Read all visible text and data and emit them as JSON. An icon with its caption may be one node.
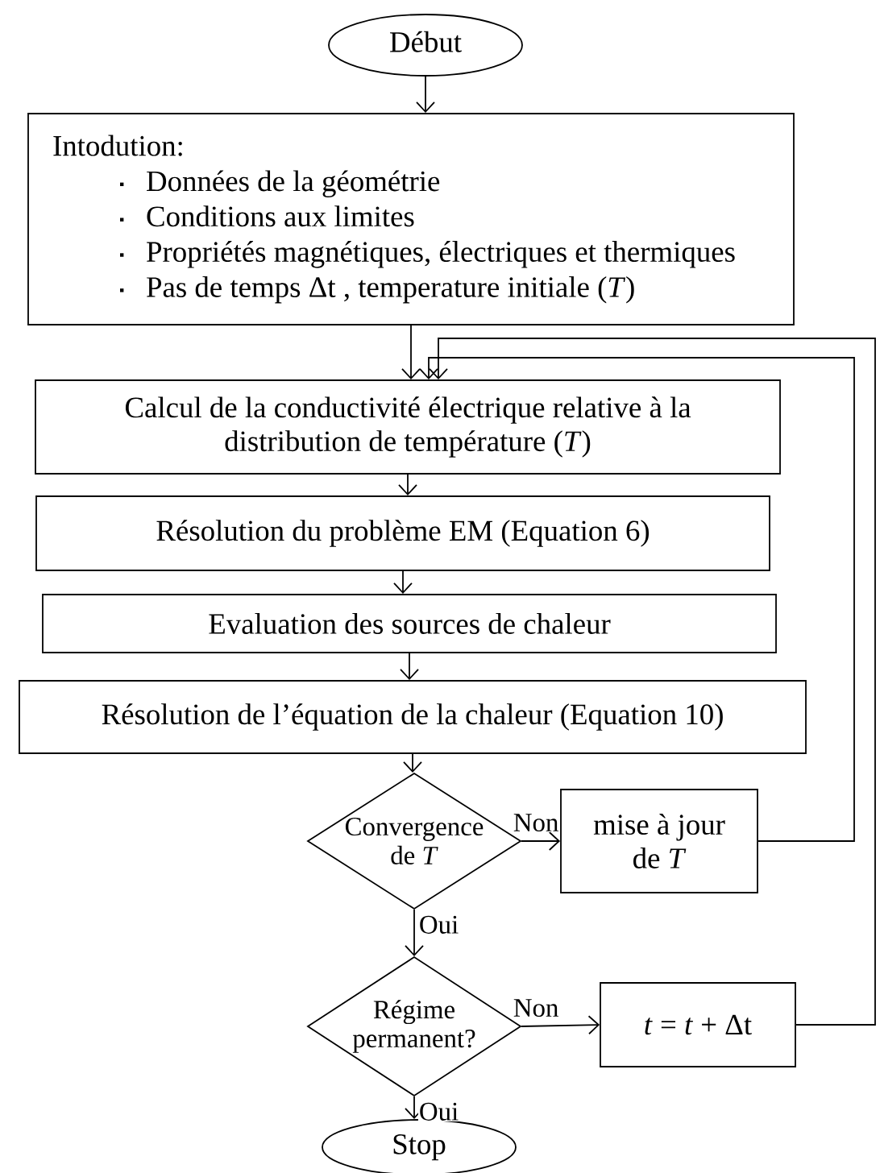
{
  "diagram": {
    "nodes": [
      {
        "text": [
          "Début"
        ]
      },
      {
        "text": [
          "Intodution:",
          "Données de la géométrie",
          "Conditions aux limites",
          "Propriétés magnétiques, électriques et thermiques",
          "Pas de temps Δt , temperature initiale (*T*)"
        ]
      },
      {
        "text": [
          "Calcul de la conductivité électrique relative à la distribution de température (*T*)"
        ]
      },
      {
        "text": [
          "Résolution du problème EM (Equation 6)"
        ]
      },
      {
        "text": [
          "Evaluation des sources de chaleur"
        ]
      },
      {
        "text": [
          "Résolution de l’équation de la chaleur  (Equation 10)"
        ]
      },
      {
        "text": [
          "Convergence de *T*"
        ]
      },
      {
        "text": [
          "mise à jour de *T*"
        ]
      },
      {
        "text": [
          "Régime permanent?"
        ]
      },
      {
        "text": [
          "*t* = *t* + Δt"
        ]
      },
      {
        "text": [
          "Stop"
        ]
      }
    ],
    "edges": [
      {
        "from": 0,
        "to": 1,
        "arrow": "to"
      },
      {
        "from": 1,
        "to": 2,
        "arrow": "to"
      },
      {
        "from": 2,
        "to": 3,
        "arrow": "to"
      },
      {
        "from": 3,
        "to": 4,
        "arrow": "to"
      },
      {
        "from": 4,
        "to": 5,
        "arrow": "to"
      },
      {
        "from": 5,
        "to": 6,
        "arrow": "to"
      },
      {
        "from": 6,
        "to": 7,
        "arrow": "to",
        "label": "Non"
      },
      {
        "from": 6,
        "to": 8,
        "arrow": "to",
        "label": "Oui"
      },
      {
        "from": 8,
        "to": 9,
        "arrow": "to",
        "label": "Non"
      },
      {
        "from": 8,
        "to": 10,
        "arrow": "to",
        "label": "Oui"
      },
      {
        "from": 7,
        "to": 2,
        "arrow": "to"
      },
      {
        "from": 9,
        "to": 2,
        "arrow": "to"
      }
    ]
  }
}
